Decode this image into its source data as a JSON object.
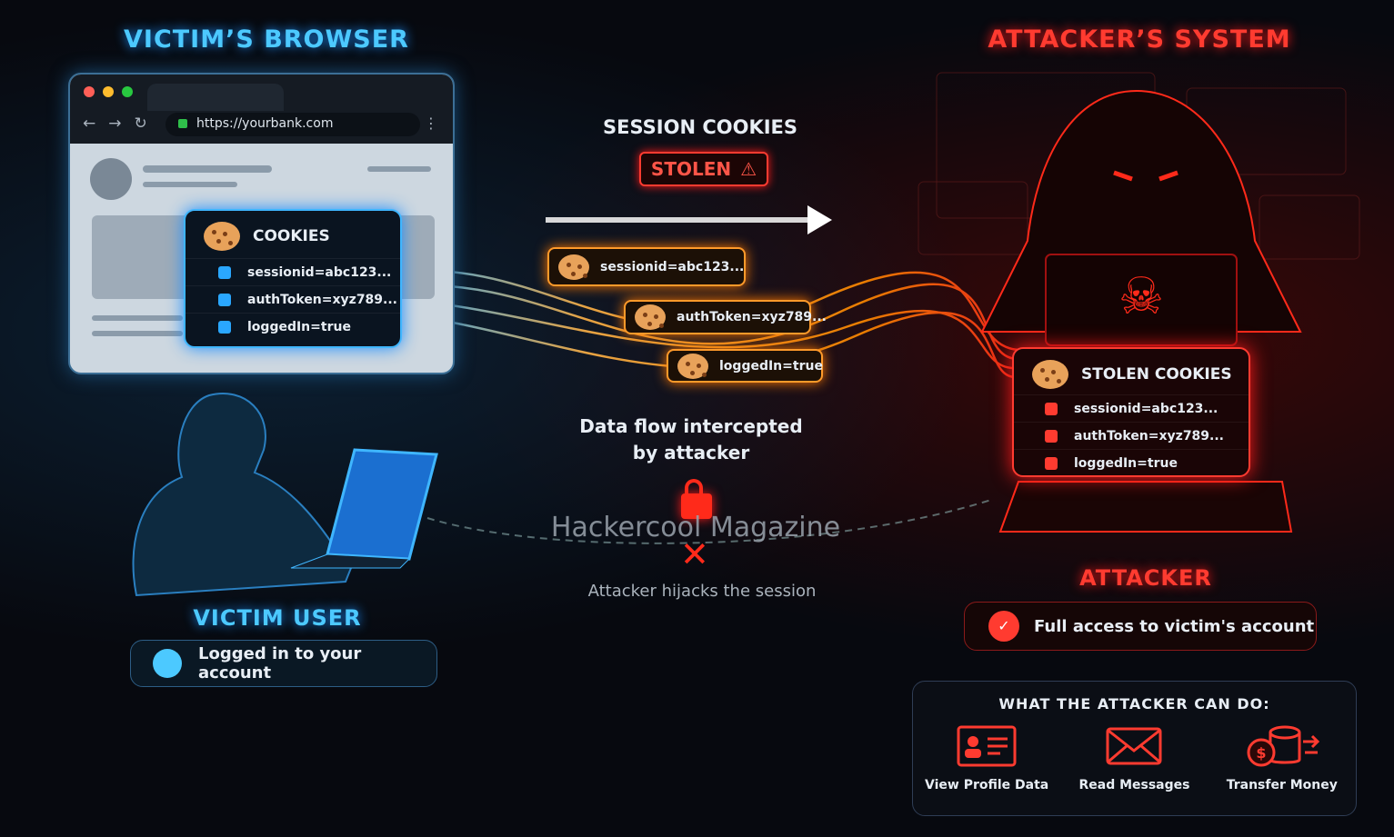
{
  "victim": {
    "title": "VICTIM’S BROWSER",
    "url": "https://yourbank.com",
    "cookies_title": "COOKIES",
    "cookies": [
      "sessionid=abc123...",
      "authToken=xyz789...",
      "loggedIn=true"
    ],
    "user_title": "VICTIM USER",
    "user_status": "Logged in to your account"
  },
  "center": {
    "session_title": "SESSION COOKIES",
    "stolen_label": "STOLEN",
    "flying_cookies": [
      "sessionid=abc123...",
      "authToken=xyz789...",
      "loggedIn=true"
    ],
    "intercept_line1": "Data flow intercepted",
    "intercept_line2": "by attacker",
    "watermark": "Hackercool Magazine",
    "hijack_text": "Attacker hijacks the session"
  },
  "attacker": {
    "title": "ATTACKER’S SYSTEM",
    "stolen_title": "STOLEN COOKIES",
    "cookies": [
      "sessionid=abc123...",
      "authToken=xyz789...",
      "loggedIn=true"
    ],
    "label": "ATTACKER",
    "access_text": "Full access to victim's account",
    "panel_title": "WHAT THE ATTACKER CAN DO:",
    "actions": [
      {
        "label": "View Profile Data",
        "icon": "profile-card-icon"
      },
      {
        "label": "Read Messages",
        "icon": "envelope-icon"
      },
      {
        "label": "Transfer Money",
        "icon": "coins-transfer-icon"
      }
    ]
  },
  "colors": {
    "victim": "#4cc9ff",
    "attacker": "#ff3b30",
    "flow": "#ff9a2a"
  }
}
